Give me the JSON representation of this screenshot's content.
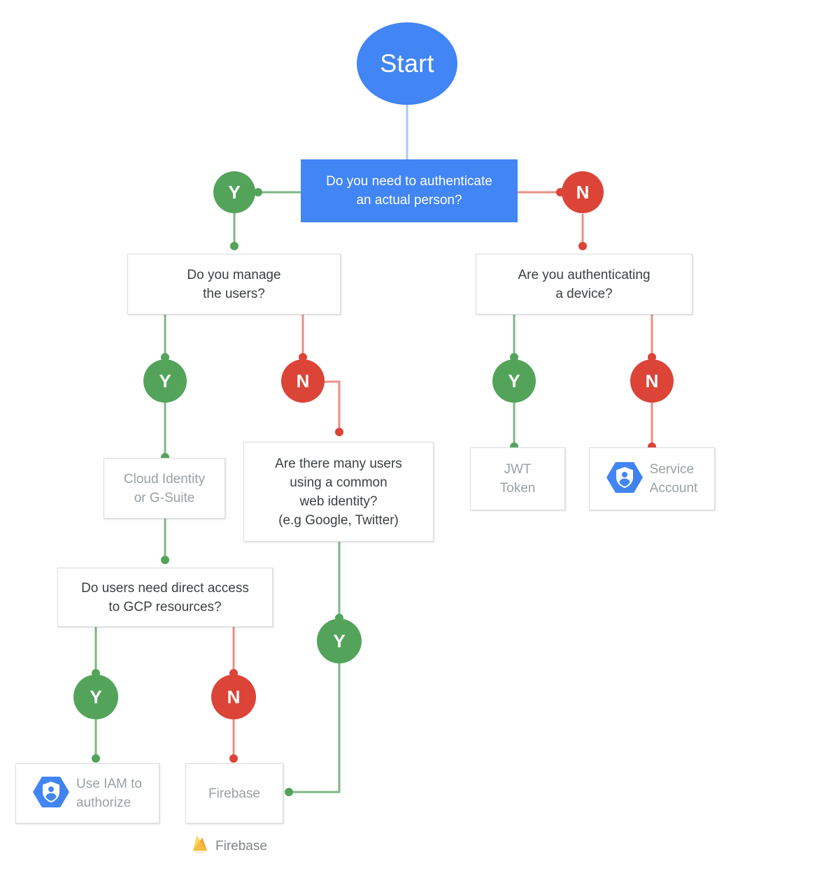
{
  "diagram": {
    "title": "GCP authentication decision flowchart",
    "colors": {
      "blue": "#4285f4",
      "green": "#53a45a",
      "red": "#db4437",
      "box_border": "#dadce0",
      "text_dark": "#3c4043",
      "text_muted": "#9aa0a6",
      "firebase_orange": "#f5bb41"
    },
    "nodes": {
      "start": {
        "label": "Start"
      },
      "q_person": {
        "label": "Do you need to authenticate\nan actual person?",
        "line1": "Do you need to authenticate",
        "line2": "an actual person?"
      },
      "q_manage": {
        "line1": "Do you manage",
        "line2": "the users?"
      },
      "q_device": {
        "line1": "Are you authenticating",
        "line2": "a device?"
      },
      "q_common_identity": {
        "line1": "Are there many users",
        "line2": "using a common",
        "line3": "web identity?",
        "line4": "(e.g Google, Twitter)"
      },
      "q_direct_access": {
        "line1": "Do users need direct access",
        "line2": "to GCP resources?"
      },
      "r_cloud_identity": {
        "line1": "Cloud Identity",
        "line2": "or G-Suite"
      },
      "r_jwt": {
        "line1": "JWT",
        "line2": "Token"
      },
      "r_service_account": {
        "line1": "Service",
        "line2": "Account",
        "icon": "gcp-service-account-icon"
      },
      "r_iam": {
        "line1": "Use IAM to",
        "line2": "authorize",
        "icon": "gcp-iam-icon"
      },
      "r_firebase": {
        "line1": "Firebase"
      }
    },
    "branch_labels": {
      "yes": "Y",
      "no": "N"
    },
    "branches": [
      {
        "id": "person-yes",
        "type": "yes",
        "label": "Y"
      },
      {
        "id": "person-no",
        "type": "no",
        "label": "N"
      },
      {
        "id": "manage-yes",
        "type": "yes",
        "label": "Y"
      },
      {
        "id": "manage-no",
        "type": "no",
        "label": "N"
      },
      {
        "id": "device-yes",
        "type": "yes",
        "label": "Y"
      },
      {
        "id": "device-no",
        "type": "no",
        "label": "N"
      },
      {
        "id": "access-yes",
        "type": "yes",
        "label": "Y"
      },
      {
        "id": "access-no",
        "type": "no",
        "label": "N"
      },
      {
        "id": "common-yes",
        "type": "yes",
        "label": "Y"
      }
    ],
    "footer_logo": {
      "label": "Firebase",
      "icon": "firebase-flame-icon"
    }
  }
}
